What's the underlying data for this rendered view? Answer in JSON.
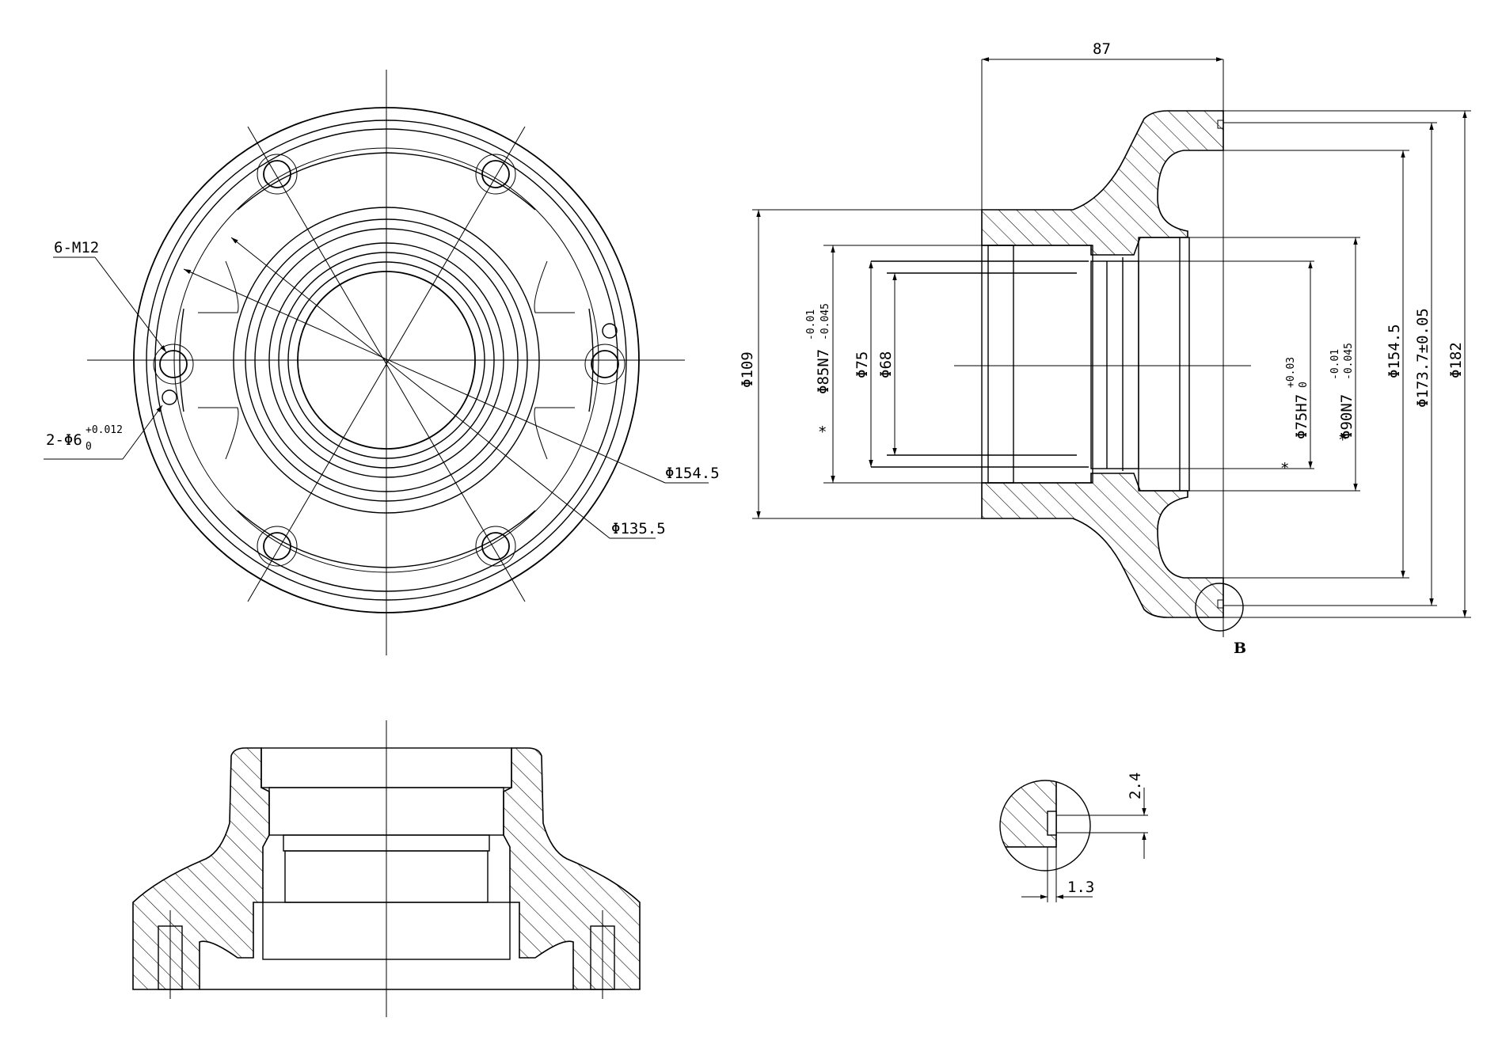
{
  "front_view": {
    "labels": {
      "thread": "6-M12",
      "pin_holes_base": "2-Φ6",
      "pin_holes_upper": "+0.012",
      "pin_holes_lower": "0",
      "dia_outer_circle": "Φ154.5",
      "dia_inner_circle": "Φ135.5"
    }
  },
  "section_view": {
    "labels": {
      "length": "87",
      "d109": "Φ109",
      "d85": "Φ85N7",
      "d85_upper": "-0.01",
      "d85_lower": "-0.045",
      "d75": "Φ75",
      "d68": "Φ68",
      "d75h7": "Φ75H7",
      "d75h7_upper": "+0.03",
      "d75h7_lower": "0",
      "d90": "Φ90N7",
      "d90_upper": "-0.01",
      "d90_lower": "-0.045",
      "d154": "Φ154.5",
      "d173": "Φ173.7±0.05",
      "d182": "Φ182",
      "star": "*",
      "detail_ref": "B"
    }
  },
  "detail_view": {
    "labels": {
      "depth": "2.4",
      "width": "1.3"
    }
  }
}
